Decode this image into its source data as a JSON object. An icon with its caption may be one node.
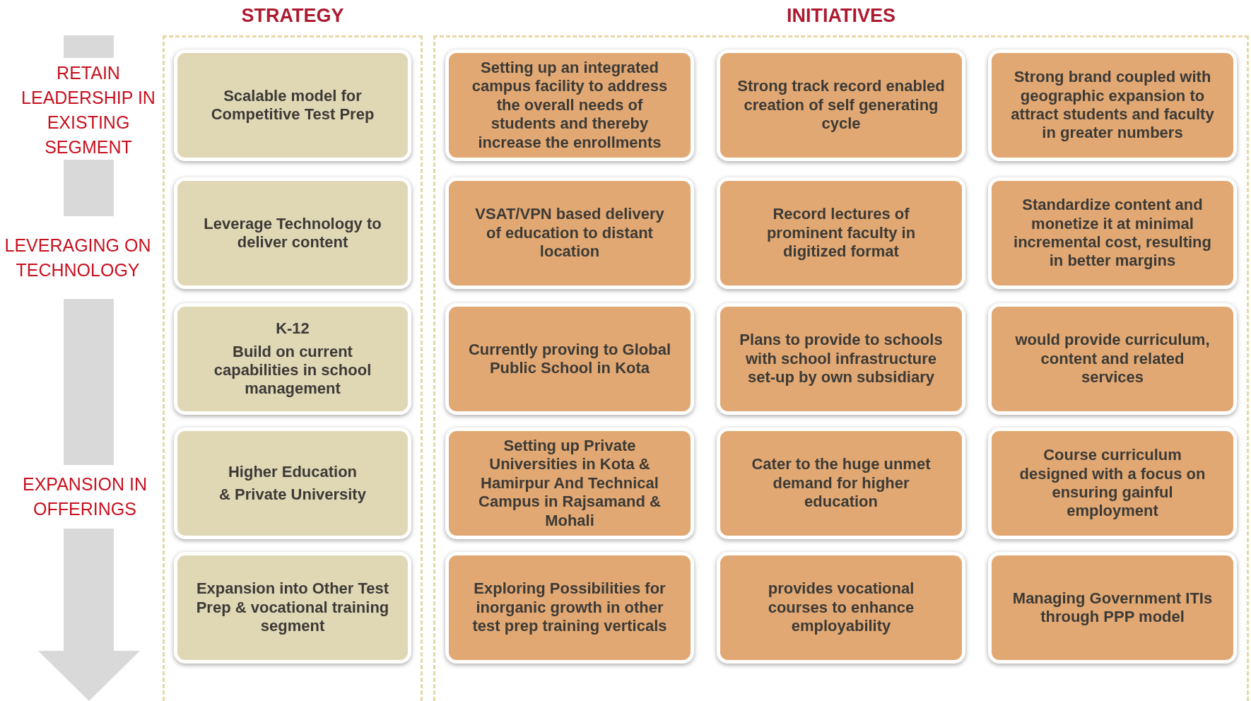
{
  "diagram": {
    "nodes": [
      {
        "text": [
          "STRATEGY"
        ]
      },
      {
        "text": [
          "Scalable model for Competitive Test Prep"
        ],
        "in": 0
      },
      {
        "text": [
          "Leverage Technology to deliver content"
        ],
        "in": 0
      },
      {
        "text": [
          "K-12",
          "Build on current capabilities in school management"
        ],
        "in": 0
      },
      {
        "text": [
          "Higher Education",
          "& Private University"
        ],
        "in": 0
      },
      {
        "text": [
          "Expansion into Other Test Prep & vocational training segment"
        ],
        "in": 0
      },
      {
        "text": [
          "INITIATIVES"
        ]
      },
      {
        "text": [
          "Setting up an integrated campus facility to address the overall needs of students and thereby increase the enrollments"
        ],
        "in": 6
      },
      {
        "text": [
          "Strong track record enabled creation of self generating cycle"
        ],
        "in": 6
      },
      {
        "text": [
          "Strong brand coupled with geographic expansion to attract students and faculty in greater numbers"
        ],
        "in": 6
      },
      {
        "text": [
          "VSAT/VPN based delivery of education to distant location"
        ],
        "in": 6
      },
      {
        "text": [
          "Record lectures of prominent faculty in digitized format"
        ],
        "in": 6
      },
      {
        "text": [
          "Standardize content and monetize it at minimal incremental cost, resulting in better margins"
        ],
        "in": 6
      },
      {
        "text": [
          "Currently proving to Global Public School in Kota"
        ],
        "in": 6
      },
      {
        "text": [
          "Plans to provide to schools with school infrastructure set-up by own subsidiary"
        ],
        "in": 6
      },
      {
        "text": [
          "would provide curriculum, content and related services"
        ],
        "in": 6
      },
      {
        "text": [
          "Setting up Private Universities in Kota & Hamirpur And Technical Campus in Rajsamand & Mohali"
        ],
        "in": 6
      },
      {
        "text": [
          "Cater to the huge unmet demand for higher education"
        ],
        "in": 6
      },
      {
        "text": [
          "Course curriculum designed with a focus on ensuring gainful employment"
        ],
        "in": 6
      },
      {
        "text": [
          "Exploring Possibilities for inorganic growth in other test prep training verticals"
        ],
        "in": 6
      },
      {
        "text": [
          "provides vocational courses to enhance employability"
        ],
        "in": 6
      },
      {
        "text": [
          "Managing Government ITIs through PPP model"
        ],
        "in": 6
      }
    ],
    "labels": [
      "RETAIN LEADERSHIP IN EXISTING SEGMENT",
      "LEVERAGING ON TECHNOLOGY",
      "EXPANSION IN OFFERINGS"
    ]
  }
}
